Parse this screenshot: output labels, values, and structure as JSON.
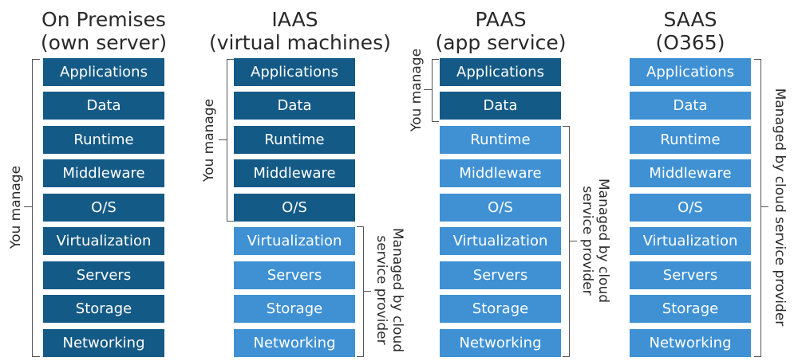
{
  "models": [
    {
      "title": [
        "On Premises",
        "(own server)"
      ],
      "you_manage_label": "You manage",
      "layers": [
        "Applications",
        "Data",
        "Runtime",
        "Middleware",
        "O/S",
        "Virtualization",
        "Servers",
        "Storage",
        "Networking"
      ]
    },
    {
      "title": [
        "IAAS",
        "(virtual machines)"
      ],
      "you_manage_label": "You manage",
      "managed_label": [
        "Managed by cloud",
        "service provider"
      ],
      "layers": [
        "Applications",
        "Data",
        "Runtime",
        "Middleware",
        "O/S",
        "Virtualization",
        "Servers",
        "Storage",
        "Networking"
      ]
    },
    {
      "title": [
        "PAAS",
        "(app service)"
      ],
      "you_manage_label": "You manage",
      "managed_label": [
        "Managed by cloud",
        "service provider"
      ],
      "layers": [
        "Applications",
        "Data",
        "Runtime",
        "Middleware",
        "O/S",
        "Virtualization",
        "Servers",
        "Storage",
        "Networking"
      ]
    },
    {
      "title": [
        "SAAS",
        "(O365)"
      ],
      "managed_label": "Managed by cloud service provider",
      "layers": [
        "Applications",
        "Data",
        "Runtime",
        "Middleware",
        "O/S",
        "Virtualization",
        "Servers",
        "Storage",
        "Networking"
      ]
    }
  ],
  "colors": {
    "you_manage": "#145a86",
    "provider_managed": "#3f91d4"
  }
}
